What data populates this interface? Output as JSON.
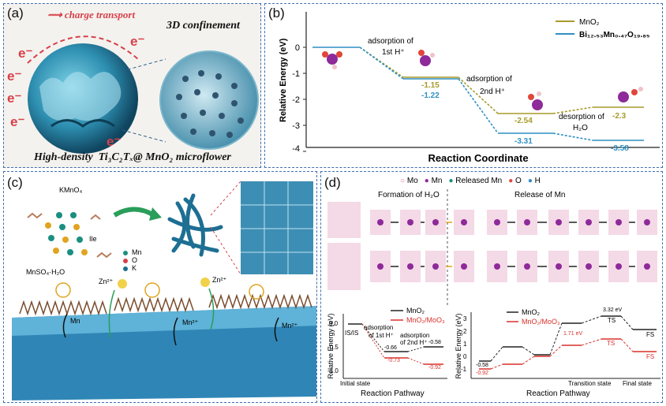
{
  "panel_a": {
    "label": "(a)",
    "charge_transport": "charge transport",
    "confinement": "3D confinement",
    "electron": "e⁻",
    "caption_pre": "High-density",
    "caption_formula": "Ti₃C₂Tₓ@ MnO₂ microflower"
  },
  "panel_b": {
    "label": "(b)",
    "ylabel": "Relative Energy (eV)",
    "xlabel": "Reaction Coordinate",
    "legend": [
      "MnO₂",
      "Bi₁₂.₅₃Mn₀.₄₇O₁₉.₈₅"
    ],
    "yticks": [
      "0",
      "-1",
      "-2",
      "-3",
      "-4"
    ],
    "annotations": [
      "adsorption of",
      "1st H⁺",
      "adsorption of",
      "2nd H⁺",
      "desorption of",
      "H₂O"
    ],
    "values_mno2": [
      "-1.15",
      "-2.54",
      "-2.3"
    ],
    "values_bi": [
      "-1.22",
      "-3.31",
      "-3.58"
    ],
    "colors": {
      "mno2": "#a89a2a",
      "bi": "#2f8fc4"
    }
  },
  "panel_c": {
    "label": "(c)",
    "kmno4": "KMnO₄",
    "ile": "Ile",
    "mnso4": "MnSO₄·H₂O",
    "legend": [
      "Mn",
      "O",
      "K"
    ],
    "zn": "Zn²⁺",
    "mn": "Mn",
    "mn_ion": "Mn²⁺"
  },
  "panel_d": {
    "label": "(d)",
    "legend": [
      "Mo",
      "Mn",
      "Released Mn",
      "O",
      "H"
    ],
    "formation": "Formation of H₂O",
    "release": "Release of Mn",
    "left_chart": {
      "ylabel": "Relative Energy (eV)",
      "xlabel": "Reaction Pathway",
      "series": [
        "MnO₂",
        "MnO₂/MoO₃"
      ],
      "yticks": [
        "0.0",
        "-0.5",
        "-1.0"
      ],
      "labels": [
        "IS/IS",
        "adsorption",
        "of 1st H⁺",
        "adsorption",
        "of 2nd H⁺",
        "-0.66",
        "-0.73",
        "-0.58",
        "-0.92"
      ],
      "initial_state": "Initial state"
    },
    "right_chart": {
      "ylabel": "Relative Energy (eV)",
      "xlabel": "Reaction Pathway",
      "series": [
        "MnO₂",
        "MnO₂/MoO₃"
      ],
      "yticks": [
        "3",
        "2",
        "1",
        "0",
        "-1"
      ],
      "labels": [
        "3.32 eV",
        "TS",
        "1.71 eV",
        "TS",
        "FS",
        "FS",
        "-0.58",
        "-0.92"
      ],
      "xticks": [
        "Transition state",
        "Final state"
      ]
    },
    "colors": {
      "black": "#222222",
      "red": "#d8302a"
    }
  }
}
